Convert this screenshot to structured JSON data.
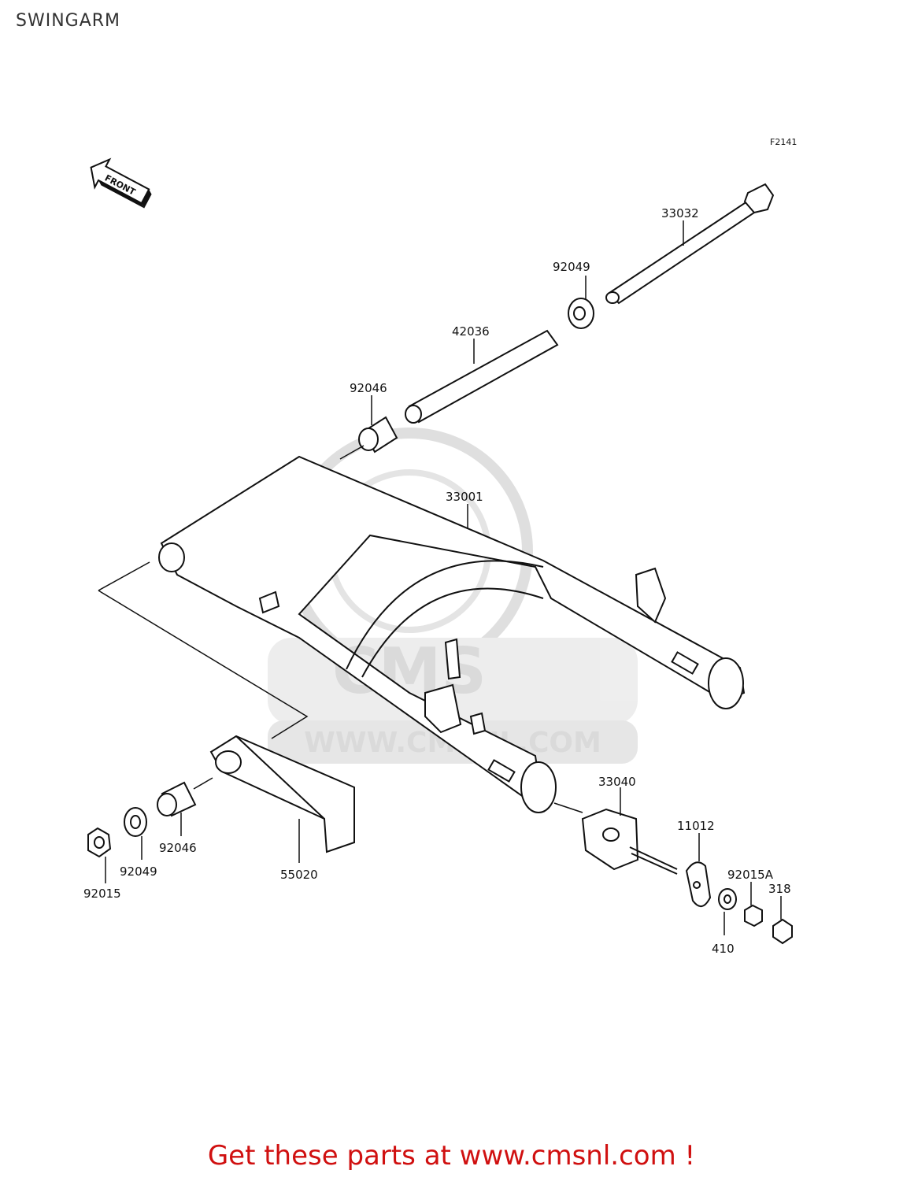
{
  "page": {
    "title": "SWINGARM"
  },
  "diagram": {
    "figure_code": "F2141",
    "direction_marker": "FRONT",
    "watermark": {
      "logo": "CMS",
      "site": "WWW.CMSNL.COM"
    },
    "part_labels": {
      "p33032": "33032",
      "p92049_top": "92049",
      "p42036": "42036",
      "p92046_top": "92046",
      "p33001": "33001",
      "p33040": "33040",
      "p11012": "11012",
      "p92015A": "92015A",
      "p318": "318",
      "p410": "410",
      "p92046_bottom": "92046",
      "p92049_bottom": "92049",
      "p92015": "92015",
      "p55020": "55020"
    }
  },
  "footer": {
    "link_text": "Get these parts at www.cmsnl.com !"
  }
}
